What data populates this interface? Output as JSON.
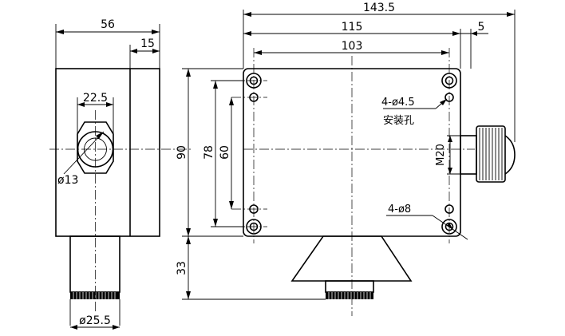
{
  "side_view": {
    "width_total": "56",
    "width_step": "15",
    "hex_width": "22.5",
    "hole_dia": "ø13",
    "bottom_dia": "ø25.5"
  },
  "front_view": {
    "overall_length": "143.5",
    "body_length": "115",
    "hole_spacing_x": "103",
    "flange_offset": "5",
    "height_total": "90",
    "hole_spacing_y_outer": "78",
    "hole_spacing_y_inner": "60",
    "bottom_height": "33",
    "gland_thread": "M20",
    "mount_holes": "4-ø4.5",
    "mount_holes_note": "安装孔",
    "corner_holes": "4-ø8"
  }
}
